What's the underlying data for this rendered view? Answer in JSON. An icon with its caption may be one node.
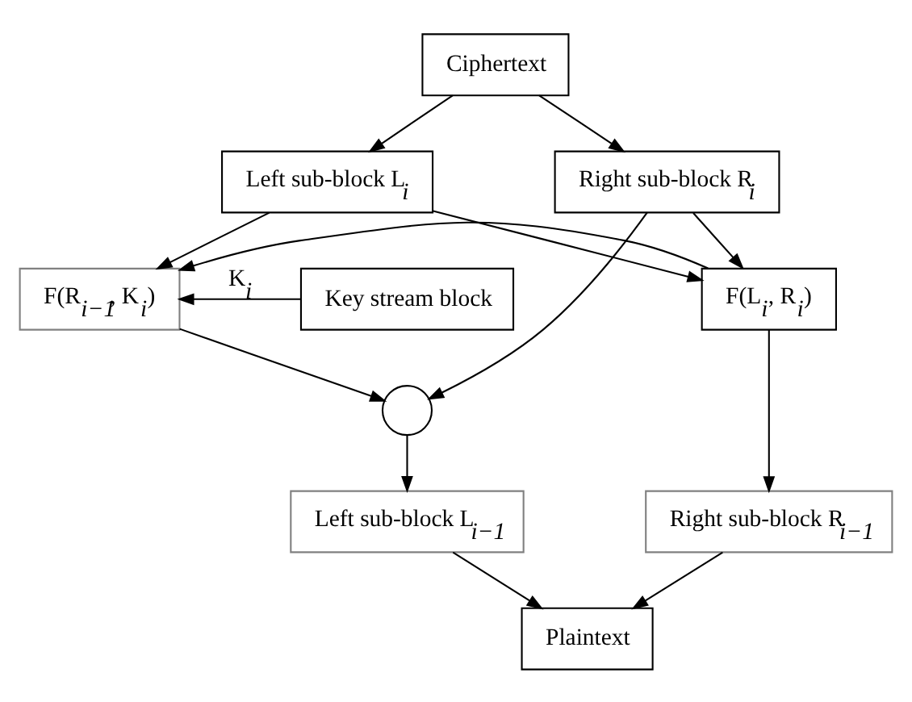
{
  "diagram": {
    "nodes": [
      {
        "text": [
          "Ciphertext"
        ]
      },
      {
        "text": [
          "Left sub-block L$_{i}$"
        ]
      },
      {
        "text": [
          "Right sub-block R$_{i}$"
        ]
      },
      {
        "text": [
          "Key stream block"
        ]
      },
      {
        "text": [
          "F(R$_{i−1}$, K$_{i}$)"
        ]
      },
      {
        "text": [
          "F(L$_{i}$, R$_{i}$)"
        ]
      },
      {
        "text": [],
        "shape": "circle"
      },
      {
        "text": [
          "Left sub-block L$_{i−1}$"
        ]
      },
      {
        "text": [
          "Right sub-block R$_{i−1}$"
        ]
      },
      {
        "text": [
          "Plaintext"
        ]
      }
    ],
    "edges": [
      {
        "from": 0,
        "to": 1,
        "arrow": "to"
      },
      {
        "from": 0,
        "to": 2,
        "arrow": "to"
      },
      {
        "from": 1,
        "to": 4,
        "arrow": "to"
      },
      {
        "from": 1,
        "to": 5,
        "arrow": "to"
      },
      {
        "from": 2,
        "to": 5,
        "arrow": "to"
      },
      {
        "from": 5,
        "to": 4,
        "arrow": "to"
      },
      {
        "from": 3,
        "to": 4,
        "arrow": "to",
        "label": "K$_{i}$"
      },
      {
        "from": 4,
        "to": 6,
        "arrow": "to"
      },
      {
        "from": 2,
        "to": 6,
        "arrow": "to"
      },
      {
        "from": 6,
        "to": 7,
        "arrow": "to"
      },
      {
        "from": 5,
        "to": 8,
        "arrow": "to"
      },
      {
        "from": 7,
        "to": 9,
        "arrow": "to"
      },
      {
        "from": 8,
        "to": 9,
        "arrow": "to"
      }
    ]
  }
}
